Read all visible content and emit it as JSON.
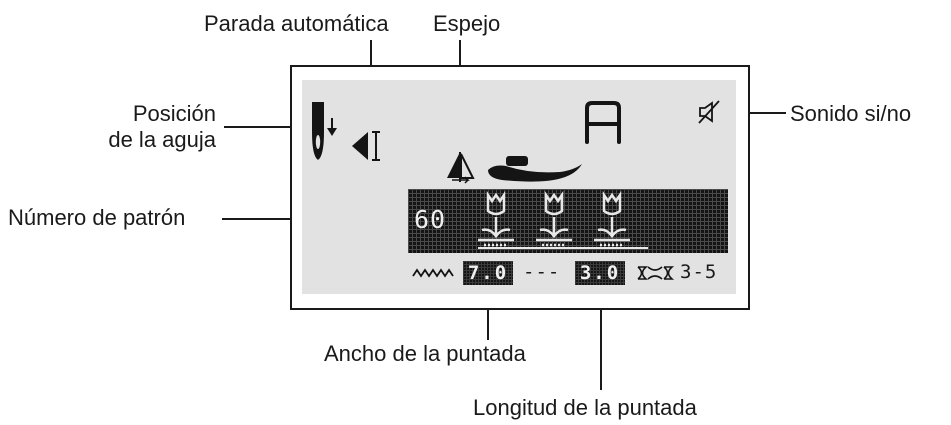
{
  "labels": {
    "auto_stop": "Parada automática",
    "mirror": "Espejo",
    "needle_position_line1": "Posición",
    "needle_position_line2": "de la aguja",
    "sound": "Sonido si/no",
    "pattern_number": "Número de patrón",
    "stitch_width": "Ancho de la puntada",
    "stitch_length": "Longitud de la puntada"
  },
  "display": {
    "mode_letter": "A",
    "pattern_number": "60",
    "width_value": "7.0",
    "length_dashes": "---",
    "length_value": "3.0",
    "tension_range": "3-5"
  },
  "icons": {
    "needle": "needle-icon",
    "auto_stop": "auto-stop-icon",
    "mirror": "mirror-icon",
    "presser_foot": "presser-foot-icon",
    "sound": "sound-off-icon",
    "zigzag": "zigzag-icon",
    "tension": "tension-icon",
    "stitch_pattern": "tulip-pattern-icon"
  },
  "colors": {
    "lcd_background": "#e2e2e2",
    "lcd_segment": "#141414",
    "text": "#1a1a1a"
  }
}
